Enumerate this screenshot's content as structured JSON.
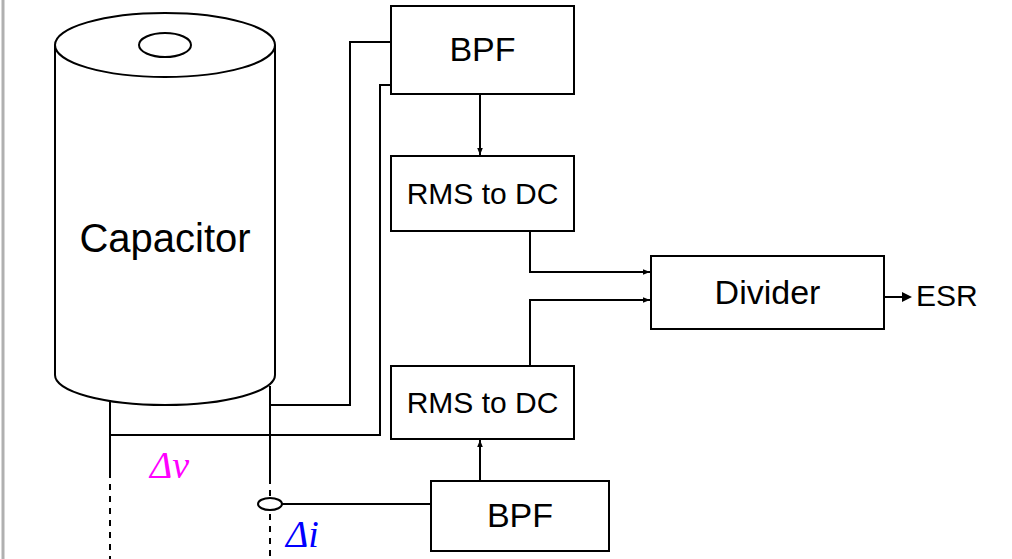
{
  "diagram": {
    "nodes": [
      {
        "text": [
          "Capacitor"
        ]
      },
      {
        "text": [
          "BPF"
        ]
      },
      {
        "text": [
          "RMS to DC"
        ]
      },
      {
        "text": [
          "Divider"
        ]
      },
      {
        "text": [
          "RMS to DC"
        ]
      },
      {
        "text": [
          "BPF"
        ]
      }
    ],
    "edges": [
      {
        "from": 0,
        "to": 1,
        "arrow": "none"
      },
      {
        "from": 0,
        "to": 1,
        "arrow": "none"
      },
      {
        "from": 1,
        "to": 2,
        "arrow": "to"
      },
      {
        "from": 2,
        "to": 3,
        "arrow": "to"
      },
      {
        "from": 4,
        "to": 3,
        "arrow": "to"
      },
      {
        "from": 5,
        "to": 4,
        "arrow": "to"
      }
    ],
    "labels": [
      "ESR",
      "Δv",
      "Δi"
    ]
  }
}
